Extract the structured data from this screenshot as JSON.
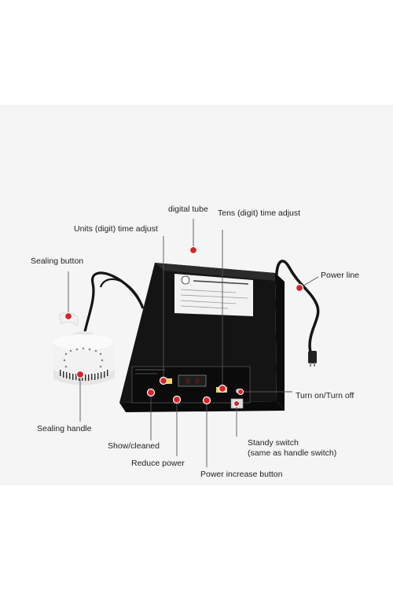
{
  "annotations": {
    "digital_tube": "digital tube",
    "tens_time_adjust": "Tens (digit) time adjust",
    "units_time_adjust": "Units (digit) time adjust",
    "sealing_button": "Sealing button",
    "power_line": "Power line",
    "turn_on_off": "Turn on/Turn off",
    "sealing_handle": "Sealing handle",
    "standby_switch_line1": "Standy switch",
    "standby_switch_line2": "(same as handle switch)",
    "show_cleaned": "Show/cleaned",
    "reduce_power": "Reduce power",
    "power_increase": "Power increase button"
  },
  "colors": {
    "panel_background": "#f5f5f5",
    "device_body": "#1b1b1b",
    "marker_red": "#d6242a",
    "guide_line": "#555555"
  }
}
